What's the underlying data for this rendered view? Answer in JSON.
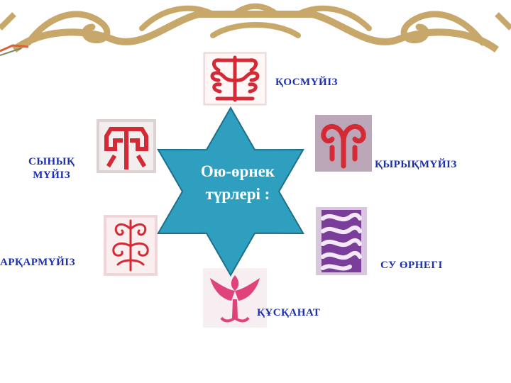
{
  "center": {
    "line1": "Ою-өрнек",
    "line2": "түрлері :"
  },
  "ornaments": {
    "kosmuyiz": "ҚОСМҮЙІЗ",
    "kyrykmuyiz": "ҚЫРЫҚМҮЙІЗ",
    "su_ornegi": "СУ ӨРНЕГІ",
    "kuskanat": "ҚҰСҚАНАТ",
    "arkarmuyiz": "АРҚАРМҮЙІЗ",
    "synyk_line1": "СЫНЫҚ",
    "synyk_line2": "МҮЙІЗ"
  },
  "colors": {
    "star_fill": "#2f9fc0",
    "star_stroke": "#1d6f8a",
    "label_text": "#1a2fb0",
    "banner_gold": "#c8a86a",
    "ornament_red": "#d42a36",
    "ornament_pink": "#e0427a",
    "wave_purple": "#7a3e9a"
  }
}
